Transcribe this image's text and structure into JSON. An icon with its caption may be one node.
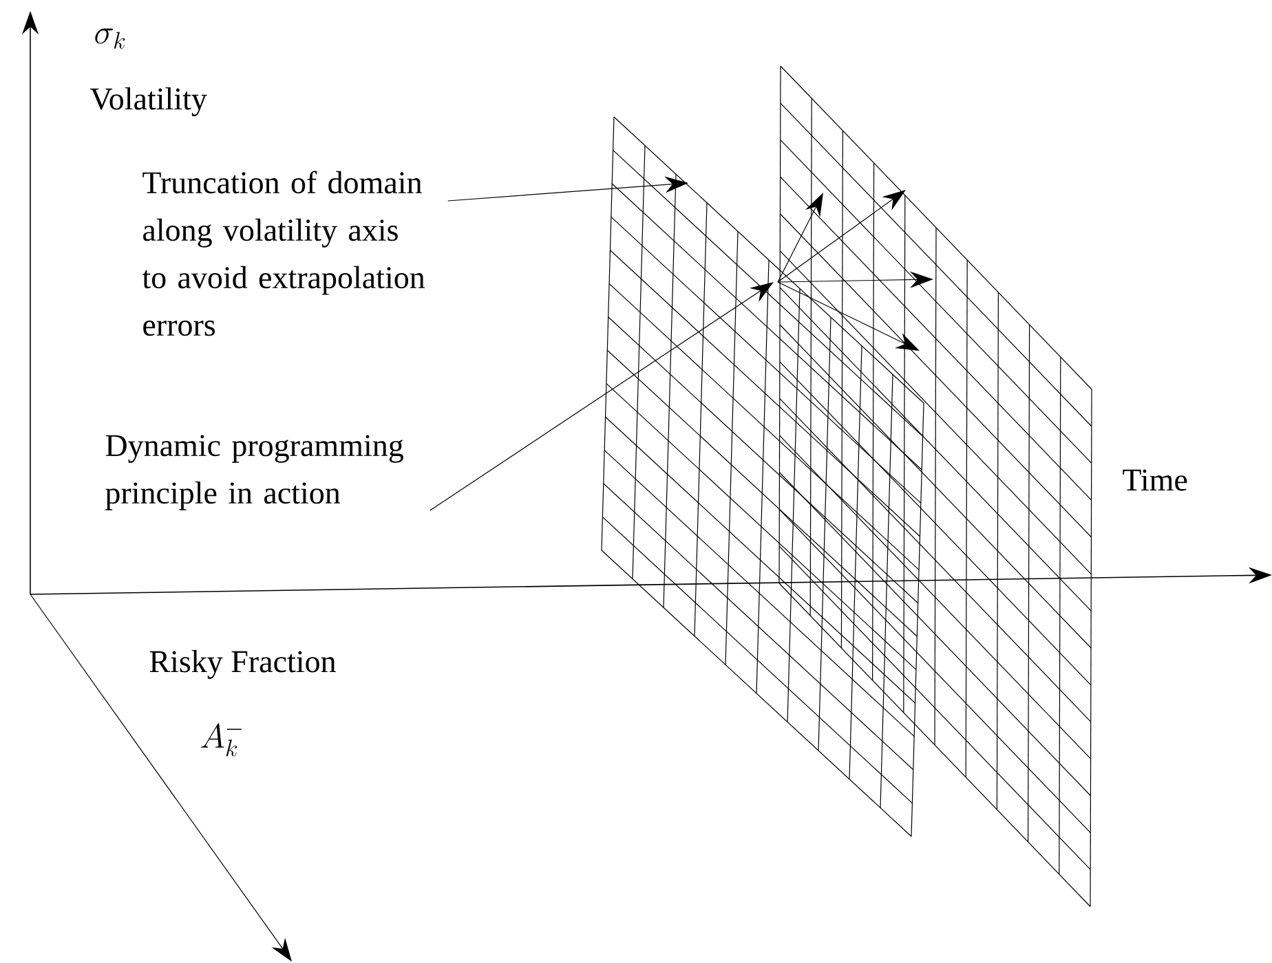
{
  "diagram": {
    "nodes": [
      {
        "text": [
          "Truncation of domain  along volatility axis to avoid extrapolation errors"
        ]
      },
      {
        "text": [
          "Dynamic programming principle in action"
        ]
      }
    ],
    "edges": [
      {
        "from": 0,
        "to": null,
        "arrow": "to"
      },
      {
        "from": 1,
        "to": null,
        "arrow": "to"
      }
    ],
    "labels": [
      "\\sigma_k",
      "Volatility",
      "Time",
      "Risky Fraction",
      "A_k^-"
    ]
  }
}
